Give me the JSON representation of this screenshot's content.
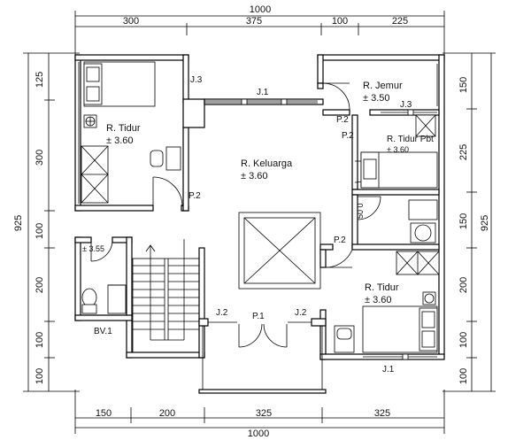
{
  "dimensions": {
    "top_total": "1000",
    "top": [
      "300",
      "375",
      "100",
      "225"
    ],
    "bottom_total": "1000",
    "bottom": [
      "150",
      "200",
      "325",
      "325"
    ],
    "left_total": "925",
    "left": [
      "125",
      "300",
      "100",
      "200",
      "100",
      "100"
    ],
    "right_total": "925",
    "right": [
      "150",
      "225",
      "150",
      "200",
      "100",
      "100"
    ]
  },
  "rooms": {
    "tidur_1": {
      "name": "R. Tidur",
      "level": "± 3.60"
    },
    "keluarga": {
      "name": "R. Keluarga",
      "level": "± 3.60"
    },
    "jemur": {
      "name": "R. Jemur",
      "level": "± 3.50"
    },
    "tidur_pbt": {
      "name": "R. Tidur Pbt",
      "level": "± 3.60"
    },
    "tidur_2": {
      "name": "R. Tidur",
      "level": "± 3.60"
    },
    "bath_level": "± 3.55"
  },
  "labels": {
    "j3_left": "J.3",
    "j1_top": "J.1",
    "p2_a": "P.2",
    "p2_b": "P.2",
    "j3_right": "J.3",
    "p2_c": "P.2",
    "p2_d": "P.2",
    "pintu_val": "50 0",
    "j2_left": "J.2",
    "p1": "P.1",
    "j2_right": "J.2",
    "bv1": "BV.1",
    "j1_bottom": "J.1"
  }
}
